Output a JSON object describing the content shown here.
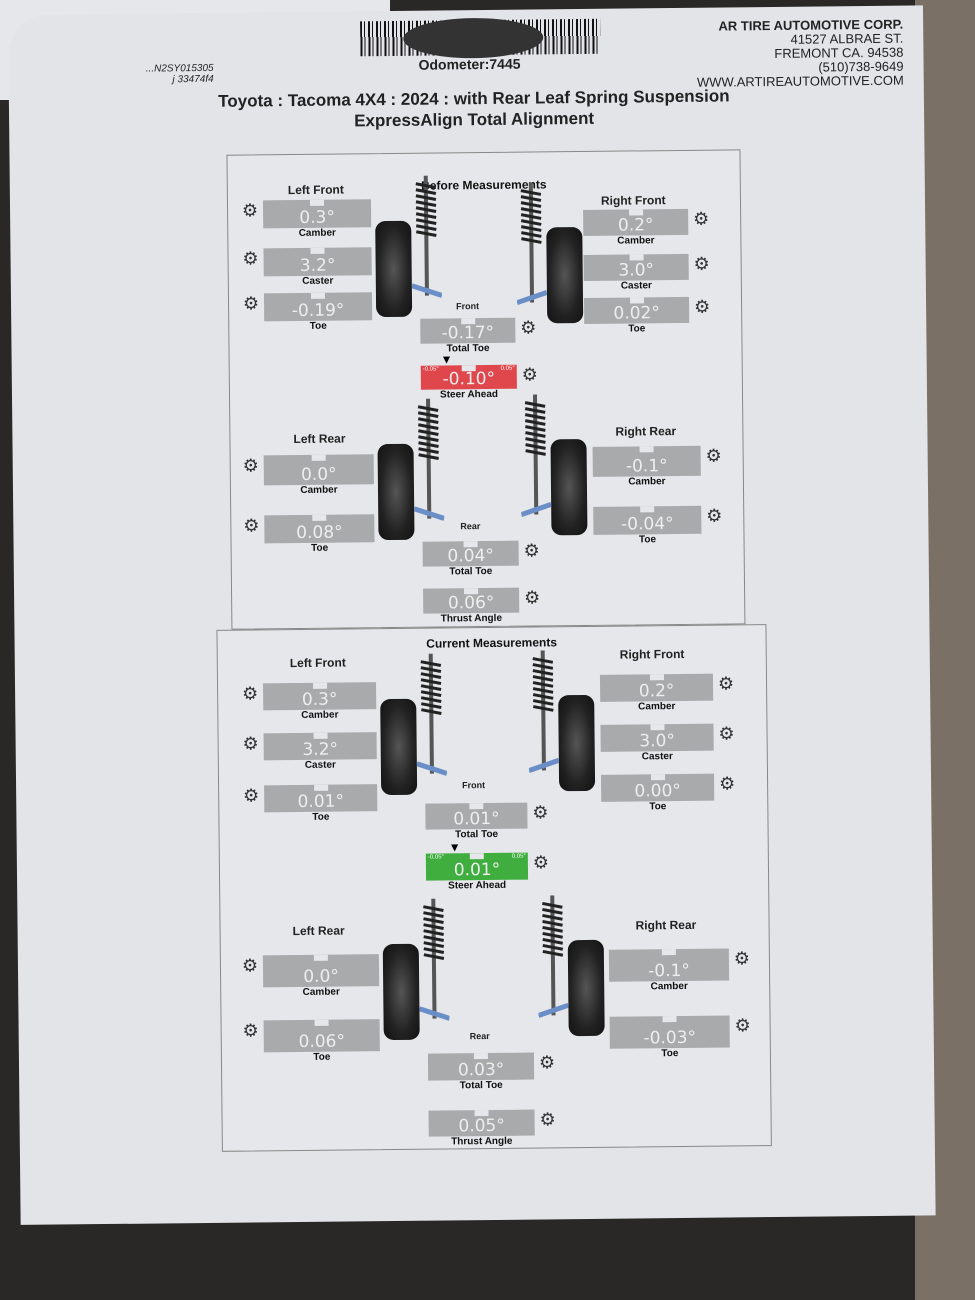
{
  "header": {
    "odometer": "Odometer:7445",
    "vin_partial": "...N2SY015305",
    "ref_partial": "j 33474f4",
    "company": {
      "name": "AR TIRE AUTOMOTIVE CORP.",
      "street": "41527 ALBRAE ST.",
      "city": "FREMONT CA. 94538",
      "phone": "(510)738-9649",
      "website": "WWW.ARTIREAUTOMOTIVE.COM"
    },
    "vehicle": "Toyota : Tacoma 4X4 : 2024 : with Rear Leaf Spring Suspension",
    "report": "ExpressAlign Total Alignment"
  },
  "colors": {
    "gauge_gray": "#a9aaab",
    "out_of_spec": "#e0474c",
    "in_spec": "#3fae3f"
  },
  "before": {
    "title": "Before Measurements",
    "left_front": {
      "label": "Left Front",
      "camber": "0.3°",
      "caster": "3.2°",
      "toe": "-0.19°"
    },
    "right_front": {
      "label": "Right Front",
      "camber": "0.2°",
      "caster": "3.0°",
      "toe": "0.02°"
    },
    "front_label": "Front",
    "front_total_toe": "-0.17°",
    "steer_ahead": {
      "value": "-0.10°",
      "min": "-0.05°",
      "max": "0.05°",
      "status": "out_of_spec"
    },
    "left_rear": {
      "label": "Left Rear",
      "camber": "0.0°",
      "toe": "0.08°"
    },
    "right_rear": {
      "label": "Right Rear",
      "camber": "-0.1°",
      "toe": "-0.04°"
    },
    "rear_label": "Rear",
    "rear_total_toe": "0.04°",
    "thrust_angle": "0.06°"
  },
  "current": {
    "title": "Current Measurements",
    "left_front": {
      "label": "Left Front",
      "camber": "0.3°",
      "caster": "3.2°",
      "toe": "0.01°"
    },
    "right_front": {
      "label": "Right Front",
      "camber": "0.2°",
      "caster": "3.0°",
      "toe": "0.00°"
    },
    "front_label": "Front",
    "front_total_toe": "0.01°",
    "steer_ahead": {
      "value": "0.01°",
      "min": "-0.05°",
      "max": "0.05°",
      "status": "in_spec"
    },
    "left_rear": {
      "label": "Left Rear",
      "camber": "0.0°",
      "toe": "0.06°"
    },
    "right_rear": {
      "label": "Right Rear",
      "camber": "-0.1°",
      "toe": "-0.03°"
    },
    "rear_label": "Rear",
    "rear_total_toe": "0.03°",
    "thrust_angle": "0.05°"
  },
  "labels": {
    "camber": "Camber",
    "caster": "Caster",
    "toe": "Toe",
    "total_toe": "Total Toe",
    "steer_ahead": "Steer Ahead",
    "thrust_angle": "Thrust Angle"
  }
}
